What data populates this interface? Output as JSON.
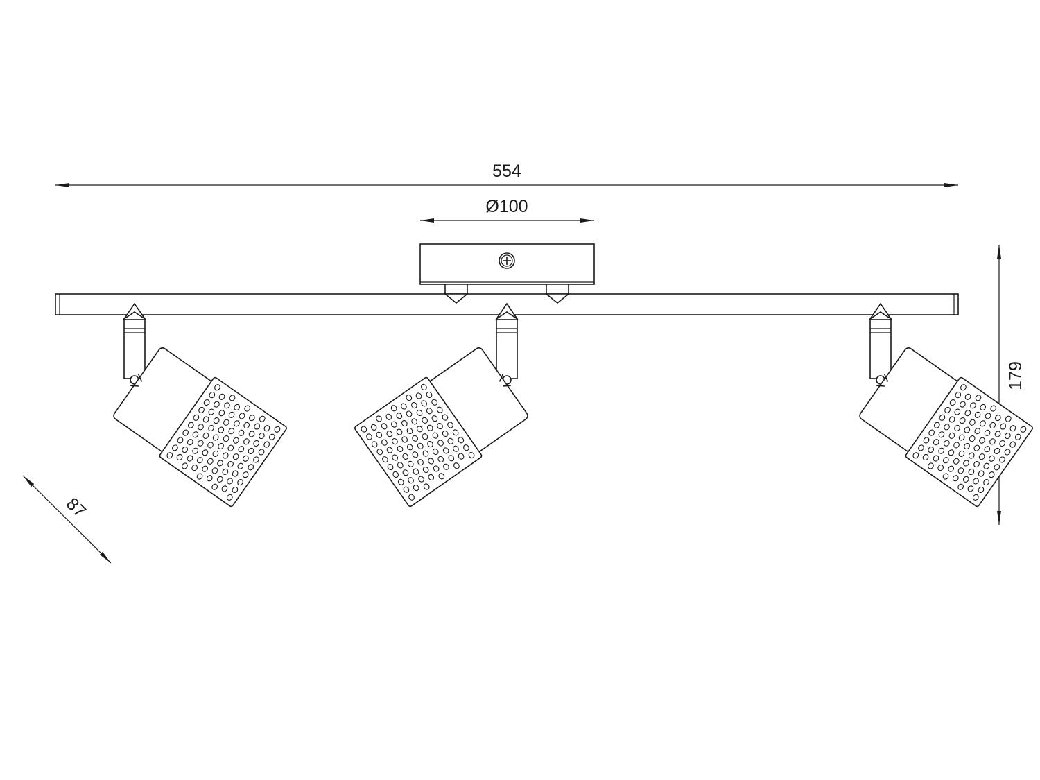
{
  "dimensions": {
    "overall_length": "554",
    "canopy_diameter": "Ø100",
    "overall_height": "179",
    "shade_depth": "87"
  },
  "spotlight_tilt_deg": [
    -55,
    55,
    -55
  ]
}
